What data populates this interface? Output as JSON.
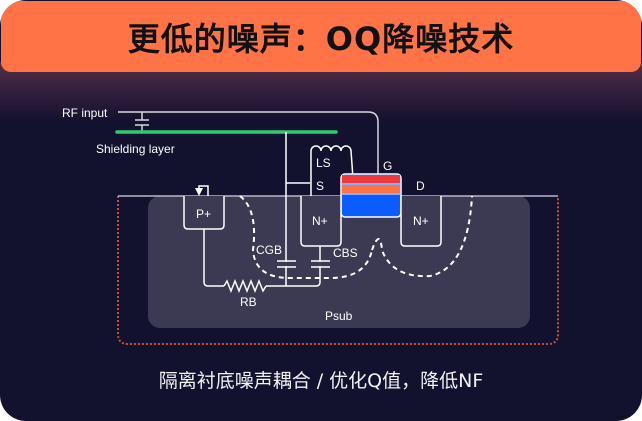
{
  "header": {
    "title": "更低的噪声：OQ降噪技术"
  },
  "diagram": {
    "labels": {
      "rf_input": "RF input",
      "shielding_layer": "Shielding layer",
      "ls": "LS",
      "s": "S",
      "g": "G",
      "d": "D",
      "p_plus": "P+",
      "n_plus_source": "N+",
      "n_plus_drain": "N+",
      "cgb": "CGB",
      "cbs": "CBS",
      "rb": "RB",
      "psub": "Psub"
    },
    "colors": {
      "header_bg": "#ff7347",
      "card_bg": "#12112e",
      "substrate": "#3b3a52",
      "shield": "#2ecc71",
      "gate_top": "#ee3a3a",
      "gate_mid": "#ff7347",
      "gate_bottom": "#0a5cff",
      "isolation_border": "#c0523a"
    }
  },
  "caption": "隔离衬底噪声耦合 / 优化Q值，降低NF"
}
